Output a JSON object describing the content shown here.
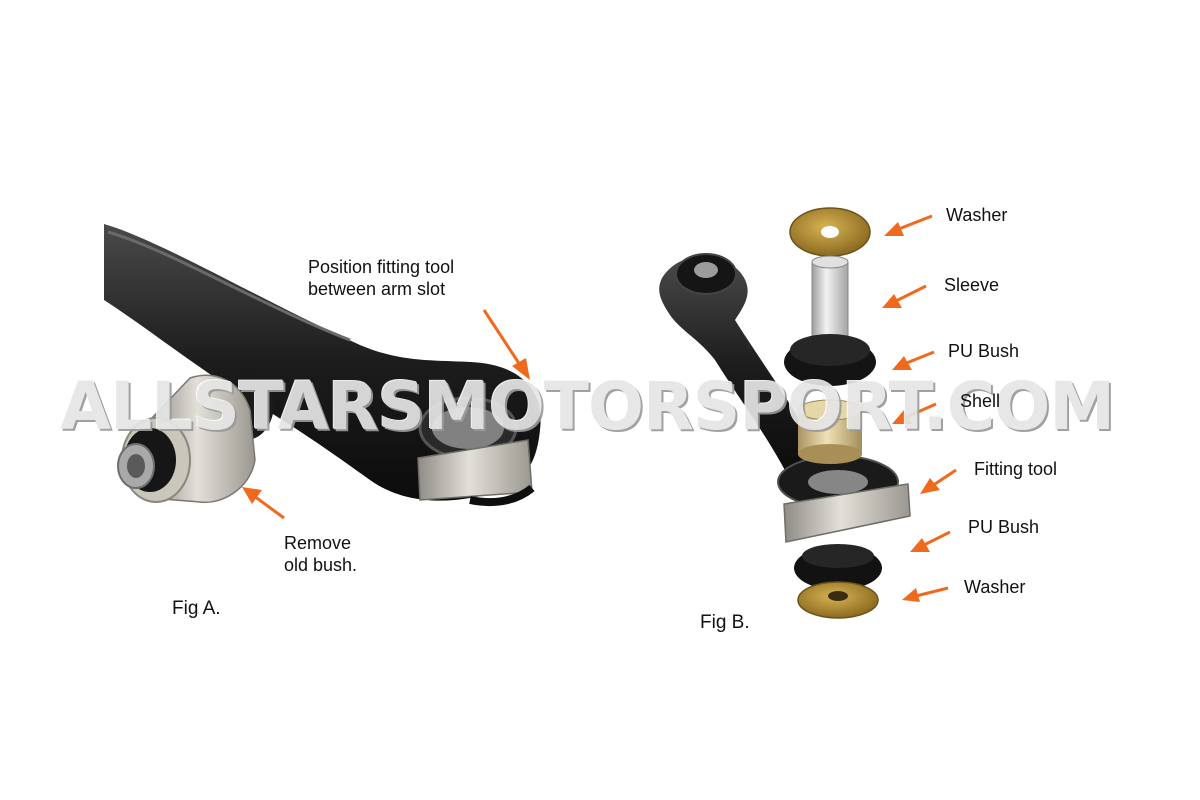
{
  "watermark": "ALLSTARSMOTORSPORT.COM",
  "fig_a": {
    "caption": "Fig A.",
    "callout_top": {
      "line1": "Position fitting tool",
      "line2": "between arm slot"
    },
    "callout_bottom": {
      "line1": "Remove",
      "line2": "old bush."
    }
  },
  "fig_b": {
    "caption": "Fig B.",
    "parts": [
      "Washer",
      "Sleeve",
      "PU Bush",
      "Shell",
      "Fitting tool",
      "PU Bush",
      "Washer"
    ]
  },
  "colors": {
    "arrow": "#f06a1e",
    "arm": "#1c1c1c",
    "metal": "#c7c5bd",
    "washer": "#b8902e",
    "sleeve": "#d8d8d8",
    "shell": "#d9c79a",
    "rubber": "#141414"
  }
}
